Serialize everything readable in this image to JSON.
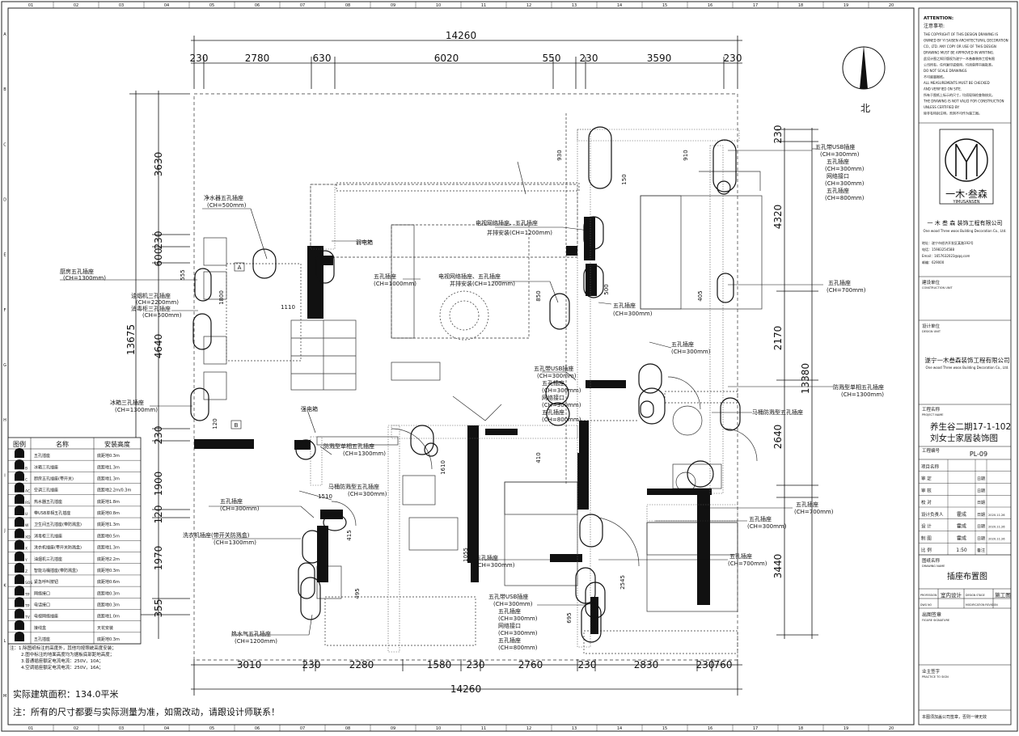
{
  "top_dims": {
    "total": "14260",
    "segments": [
      "230",
      "2780",
      "630",
      "6020",
      "550",
      "230",
      "3590",
      "230"
    ]
  },
  "bottom_dims": {
    "total": "14260",
    "segments": [
      "3010",
      "230",
      "2280",
      "1580",
      "230",
      "2760",
      "230",
      "2830",
      "230",
      "760"
    ]
  },
  "left_dims": {
    "total": "13675",
    "segments": [
      "3630",
      "230",
      "600",
      "4640",
      "230",
      "1900",
      "120",
      "1970",
      "355"
    ]
  },
  "right_dims": {
    "total": "13380",
    "segments": [
      "4320",
      "2170",
      "2640",
      "3440",
      "230"
    ]
  },
  "inner_dims": [
    "930",
    "910",
    "1110",
    "1800",
    "850",
    "500",
    "410",
    "1610",
    "1510",
    "1055",
    "2545",
    "695",
    "495",
    "415",
    "405",
    "150",
    "555",
    "120"
  ],
  "compass": {
    "north": "北"
  },
  "col_numbers": [
    "01",
    "02",
    "03",
    "04",
    "05",
    "06",
    "07",
    "08",
    "09",
    "10",
    "11",
    "12",
    "13",
    "14",
    "15",
    "16",
    "17",
    "18",
    "19",
    "20"
  ],
  "row_letters": [
    "A",
    "B",
    "C",
    "D",
    "E",
    "F",
    "G",
    "H",
    "I",
    "J",
    "K",
    "L",
    "M"
  ],
  "room_tags": {
    "a": "A",
    "b": "B"
  },
  "annotations": {
    "a1": {
      "title": "净水器五孔插座",
      "sub": "(CH=500mm)"
    },
    "a2": {
      "title": "弱电箱",
      "sub": ""
    },
    "a3": {
      "title": "厨房五孔插座",
      "sub": "(CH=1300mm)"
    },
    "a4": {
      "title": "油烟机三孔插座",
      "sub": "(CH=2200mm)"
    },
    "a5": {
      "title": "消毒柜三孔插座",
      "sub": "(CH=500mm)"
    },
    "a6": {
      "title": "冰箱三孔插座",
      "sub": "(CH=1300mm)"
    },
    "a7": {
      "title": "强电箱",
      "sub": ""
    },
    "a8": {
      "title": "防溅型单相五孔插座",
      "sub": "(CH=1300mm)"
    },
    "a9": {
      "title": "马桶防溅型五孔插座",
      "sub": "(CH=300mm)"
    },
    "a10": {
      "title": "五孔插座",
      "sub": "(CH=300mm)"
    },
    "a11": {
      "title": "洗衣机插座(带开关防溅盒)",
      "sub": "(CH=1300mm)"
    },
    "a12": {
      "title": "热水气五孔插座",
      "sub": "(CH=1200mm)"
    },
    "a13": {
      "title": "电视网络插座、五孔插座",
      "sub": "并排安装(CH=1200mm)"
    },
    "a14": {
      "title": "五孔插座",
      "sub": "(CH=1000mm)"
    },
    "a15": {
      "title": "电视网络插座、五孔插座",
      "sub": "并排安装(CH=1200mm)"
    },
    "a16": {
      "title": "五孔插座",
      "sub": "(CH=300mm)"
    },
    "a17": {
      "title": "五孔插座",
      "sub": "(CH=300mm)"
    },
    "a18": {
      "title": "五孔带USB插座",
      "sub": "(CH=300mm)",
      "extra": [
        "五孔插座",
        "(CH=300mm)",
        "网络接口",
        "(CH=300mm)",
        "五孔插座",
        "(CH=800mm)"
      ]
    },
    "a19": {
      "title": "马桶防溅型五孔插座",
      "sub": ""
    },
    "a20": {
      "title": "防溅型单相五孔插座",
      "sub": "(CH=1300mm)"
    },
    "a21": {
      "title": "五孔插座",
      "sub": "(CH=700mm)"
    },
    "a22": {
      "title": "五孔带USB插座",
      "sub": "(CH=300mm)",
      "extra": [
        "五孔插座",
        "(CH=300mm)",
        "网络接口",
        "(CH=300mm)",
        "五孔插座",
        "(CH=800mm)"
      ]
    },
    "a23": {
      "title": "五孔插座",
      "sub": "(CH=700mm)"
    },
    "a24": {
      "title": "五孔插座",
      "sub": "(CH=300mm)"
    },
    "a25": {
      "title": "五孔插座",
      "sub": "(CH=700mm)"
    },
    "a26": {
      "title": "五孔插座",
      "sub": "(CH=300mm)"
    },
    "a27": {
      "title": "五孔带USB插座",
      "sub": "(CH=300mm)",
      "extra": [
        "五孔插座",
        "(CH=300mm)",
        "网络接口",
        "(CH=300mm)",
        "五孔插座",
        "(CH=800mm)"
      ]
    }
  },
  "legend": {
    "headers": [
      "图例",
      "名称",
      "安装高度"
    ],
    "rows": [
      {
        "code": "",
        "name": "五孔插座",
        "height": "底距地0.3m"
      },
      {
        "code": "B",
        "name": "冰箱三孔插座",
        "height": "底距地1.3m"
      },
      {
        "code": "C",
        "name": "厨房五孔插座(带开关)",
        "height": "底距地1.3m"
      },
      {
        "code": "AC",
        "name": "空调三孔插座",
        "height": "底距地2.2m/0.3m"
      },
      {
        "code": "RS",
        "name": "热水器五孔插座",
        "height": "底距地1.8m"
      },
      {
        "code": "U",
        "name": "带USB单相五孔插座",
        "height": "底距地0.8m"
      },
      {
        "code": "W",
        "name": "卫生间五孔插座(带防溅盒)",
        "height": "底距地1.3m"
      },
      {
        "code": "XD",
        "name": "消毒柜三孔插座",
        "height": "底距地0.5m"
      },
      {
        "code": "X",
        "name": "洗衣机插座(带开关防溅盒)",
        "height": "底距地1.3m"
      },
      {
        "code": "Y",
        "name": "油烟机三孔插座",
        "height": "底距地2.2m"
      },
      {
        "code": "Z",
        "name": "智能马桶插座(带防溅盒)",
        "height": "底距地0.3m"
      },
      {
        "code": "SOS",
        "name": "紧急呼叫按钮",
        "height": "底距地0.6m"
      },
      {
        "code": "TP",
        "name": "网络接口",
        "height": "底距地0.3m"
      },
      {
        "code": "TP",
        "name": "电话接口",
        "height": "底距地0.3m"
      },
      {
        "code": "TV",
        "name": "电视网络插座",
        "height": "底距地1.0m"
      },
      {
        "code": "",
        "name": "接线盒",
        "height": "天花安装"
      },
      {
        "code": "",
        "name": "五孔插座",
        "height": "底距地0.3m"
      }
    ],
    "notes": [
      "注：1.除图纸标注的高度外，其他均按照统高度安装；",
      "2.图中标注的地面高度均为据板底部距地高度；",
      "3.普通插座额定电流电流：250V，10A；",
      "4.空调插座额定电流电流：250V，16A；"
    ]
  },
  "area_text": "实际建筑面积：134.0平米",
  "note_text": "注：所有的尺寸都要与实际测量为准，如需改动，请跟设计师联系！",
  "title_block": {
    "attention_title": "ATTENTION:",
    "attention_cn": "注意事项:",
    "attention_lines": [
      "THE COPYRIGHT OF THIS DESIGN DRAWING IS",
      "OWNED BY YI SAISEN ARCHITECTURAL DECORATION",
      "CO., LTD. ANY COPY OR USE OF THIS DESIGN",
      "DRAWING MUST BE APPROVED IN WRITING.",
      "此设计图之知识版权为遂宁一木叁森装饰工程有限",
      "公司所有，任何复印或使用，均须获得书面批准。",
      "DO NOT SCALE DRAWINGS",
      "不可度量图纸。",
      "ALL MEASUREMENTS MUST BE CHECKED",
      "AND VERIFIED ON SITE.",
      "所有于图纸上标示的尺寸，均须现场检查和核实。",
      "THE DRAWING IS NOT VALID FOR CONSTRUCTION",
      "UNLESS CERTIFIED BY:",
      "除非有特别注明，否则不可作为施工图。"
    ],
    "logo_cn": "一木·叁森",
    "logo_en": "YIMUSANSEN",
    "company_cn": "一 木 叁 森  装饰工程有限公司",
    "company_en": "One wood Three woos Building Decoration Co., Ltd.",
    "contact": [
      "地址：遂宁市经济开发区某路192号",
      "电话：15983254588",
      "Email：1657632023@qq.com",
      "邮编：629000"
    ],
    "construction_unit_cn": "建设单位",
    "construction_unit_en": "CONSTRUCTION UNIT",
    "design_unit_cn": "设计单位",
    "design_unit_en": "DESIGN UNIT",
    "design_company_cn": "遂宁一木叁森装饰工程有限公司",
    "design_company_en": "One wood Three woos Building Decoration Co., Ltd.",
    "project_name_label": "工程名称",
    "project_name_en": "PROJECT NAME",
    "project_name": [
      "养生谷二期17-1-102",
      "刘女士家居装饰图"
    ],
    "project_number_label": "工程编号",
    "project_number": "PL-09",
    "rows": [
      {
        "label": "项目名称",
        "value": "",
        "date_label": "",
        "date": ""
      },
      {
        "label": "审    定",
        "value": "",
        "date_label": "日期",
        "date": ""
      },
      {
        "label": "审    核",
        "value": "",
        "date_label": "日期",
        "date": ""
      },
      {
        "label": "校    对",
        "value": "",
        "date_label": "日期",
        "date": ""
      },
      {
        "label": "设计负责人",
        "value": "霍成",
        "date_label": "日期",
        "date": "2020.11.26"
      },
      {
        "label": "设    计",
        "value": "霍成",
        "date_label": "日期",
        "date": "2020.11.26"
      },
      {
        "label": "制    图",
        "value": "霍成",
        "date_label": "日期",
        "date": "2020.11.26"
      },
      {
        "label": "比    例",
        "value": "1:50",
        "date_label": "备注",
        "date": ""
      }
    ],
    "drawing_name_label": "图纸名称",
    "drawing_name_en": "DRAWING NAME",
    "drawing_name": "插座布置图",
    "profession_label": "PROFESSION",
    "profession": "室内设计",
    "design_stage_label": "DESIGN STAGE",
    "design_stage": "施工图",
    "dwg_no_label": "DWG NO",
    "modification_label": "MODIFICATION REVISION",
    "signature_cn": "出图签章",
    "signature_en": "FIGURE SIGNATURE",
    "owner_cn": "业主签字",
    "owner_en": "PRACTICE TO SIGN",
    "footer": "本图须加盖公司签章，否则一律无效"
  }
}
